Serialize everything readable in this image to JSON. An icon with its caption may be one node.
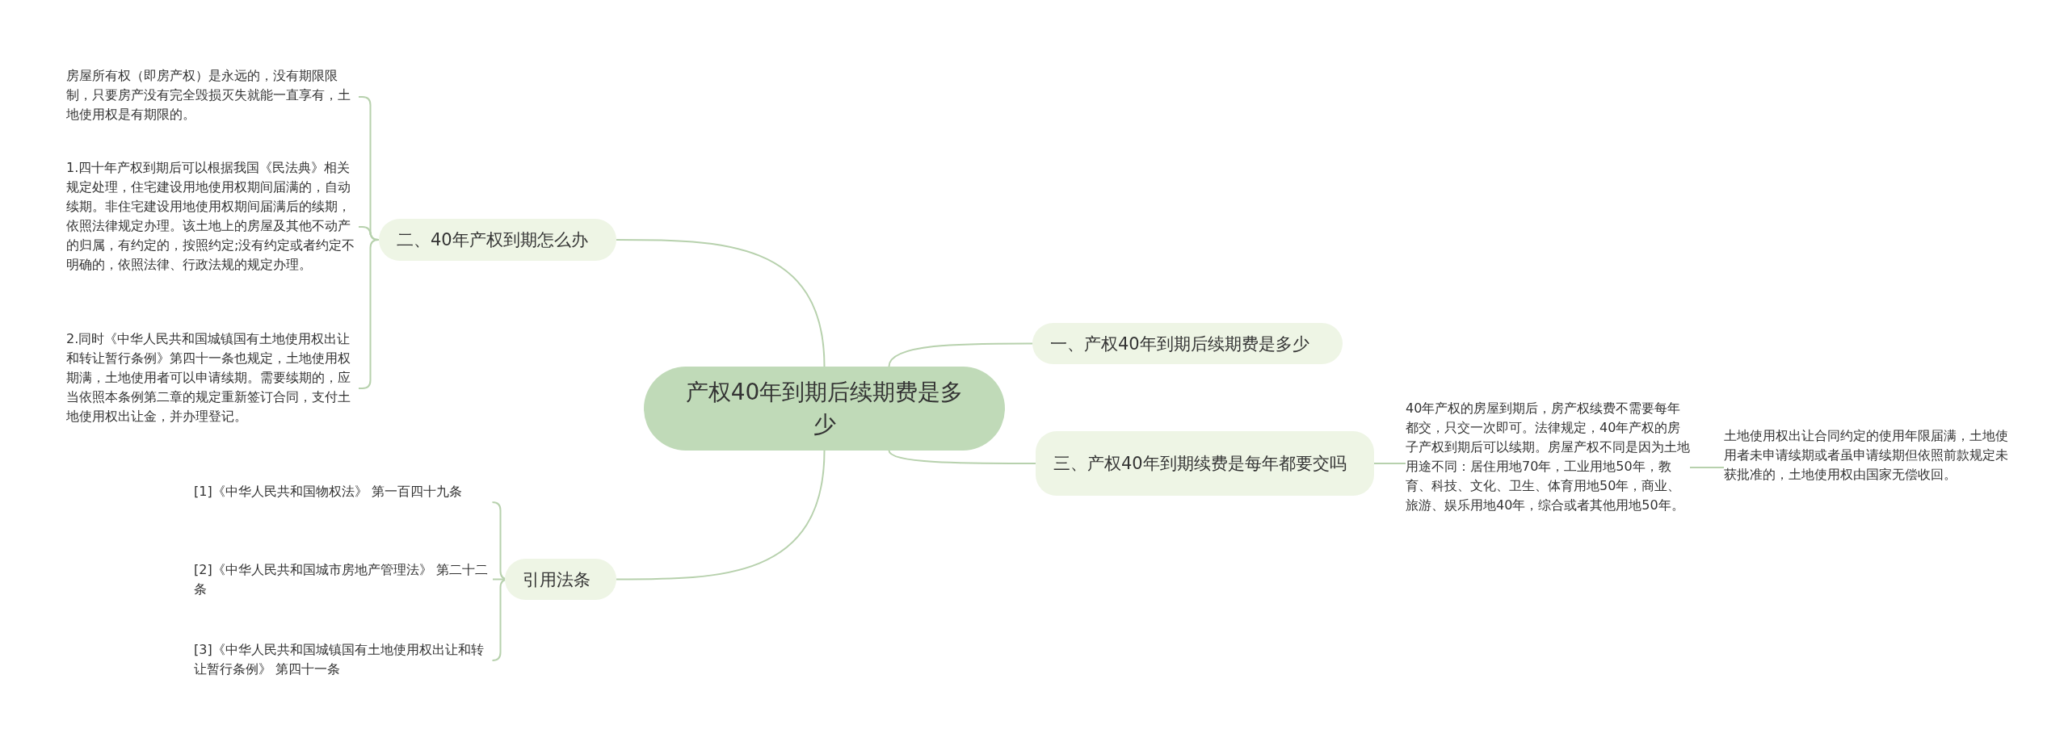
{
  "diagram": {
    "nodes": [
      {
        "text": [
          "产权40年到期后续期费是多少"
        ]
      },
      {
        "text": [
          "二、40年产权到期怎么办"
        ]
      },
      {
        "text": [
          "房屋所有权（即房产权）是永远的，没有期限限制，只要房产没有完全毁损灭失就能一直享有，土地使用权是有期限的。"
        ]
      },
      {
        "text": [
          "1.四十年产权到期后可以根据我国《民法典》相关规定处理，住宅建设用地使用权期间届满的，自动续期。非住宅建设用地使用权期间届满后的续期，依照法律规定办理。该土地上的房屋及其他不动产的归属，有约定的，按照约定;没有约定或者约定不明确的，依照法律、行政法规的规定办理。"
        ]
      },
      {
        "text": [
          "2.同时《中华人民共和国城镇国有土地使用权出让和转让暂行条例》第四十一条也规定，土地使用权期满，土地使用者可以申请续期。需要续期的，应当依照本条例第二章的规定重新签订合同，支付土地使用权出让金，并办理登记。"
        ]
      },
      {
        "text": [
          "一、产权40年到期后续期费是多少"
        ]
      },
      {
        "text": [
          "三、产权40年到期续费是每年都要交吗"
        ]
      },
      {
        "text": [
          "40年产权的房屋到期后，房产权续费不需要每年都交，只交一次即可。法律规定，40年产权的房子产权到期后可以续期。房屋产权不同是因为土地用途不同：居住用地70年，工业用地50年，教育、科技、文化、卫生、体育用地50年，商业、旅游、娱乐用地40年，综合或者其他用地50年。"
        ]
      },
      {
        "text": [
          "土地使用权出让合同约定的使用年限届满，土地使用者未申请续期或者虽申请续期但依照前款规定未获批准的，土地使用权由国家无偿收回。"
        ]
      },
      {
        "text": [
          "引用法条"
        ]
      },
      {
        "text": [
          "[1]《中华人民共和国物权法》 第一百四十九条"
        ]
      },
      {
        "text": [
          "[2]《中华人民共和国城市房地产管理法》 第二十二条"
        ]
      },
      {
        "text": [
          "[3]《中华人民共和国城镇国有土地使用权出让和转让暂行条例》 第四十一条"
        ]
      }
    ],
    "edges": [
      {
        "from": 0,
        "to": 1,
        "arrow": "none"
      },
      {
        "from": 0,
        "to": 5,
        "arrow": "none"
      },
      {
        "from": 0,
        "to": 6,
        "arrow": "none"
      },
      {
        "from": 0,
        "to": 9,
        "arrow": "none"
      },
      {
        "from": 1,
        "to": 2,
        "arrow": "none"
      },
      {
        "from": 1,
        "to": 3,
        "arrow": "none"
      },
      {
        "from": 1,
        "to": 4,
        "arrow": "none"
      },
      {
        "from": 6,
        "to": 7,
        "arrow": "none"
      },
      {
        "from": 7,
        "to": 8,
        "arrow": "none"
      },
      {
        "from": 9,
        "to": 10,
        "arrow": "none"
      },
      {
        "from": 9,
        "to": 11,
        "arrow": "none"
      },
      {
        "from": 9,
        "to": 12,
        "arrow": "none"
      }
    ]
  }
}
